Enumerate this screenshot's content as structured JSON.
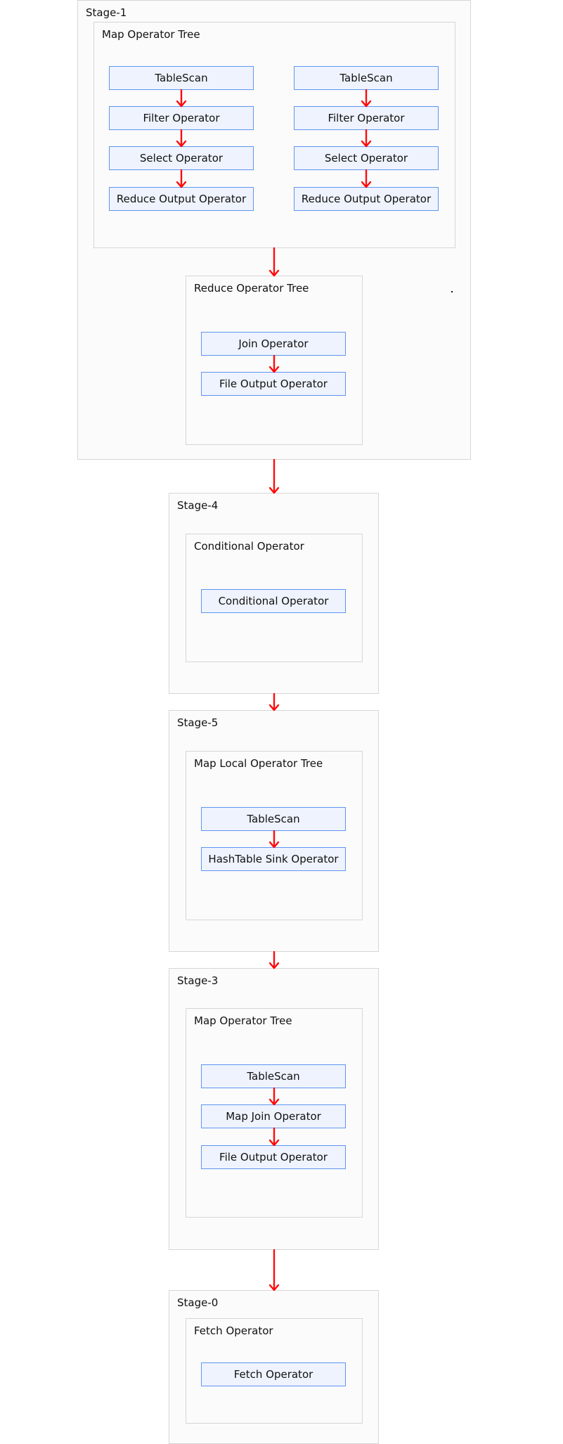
{
  "colors": {
    "arrow": "#ff0a0a",
    "op_border": "#5f95f0",
    "op_fill": "#eef3fd",
    "box_border": "#d6d6d6",
    "box_fill": "#fbfbfb"
  },
  "stage1": {
    "title": "Stage-1",
    "map_tree": {
      "title": "Map Operator Tree",
      "left_chain": [
        "TableScan",
        "Filter Operator",
        "Select Operator",
        "Reduce Output Operator"
      ],
      "right_chain": [
        "TableScan",
        "Filter Operator",
        "Select Operator",
        "Reduce Output Operator"
      ]
    },
    "reduce_tree": {
      "title": "Reduce Operator Tree",
      "chain": [
        "Join Operator",
        "File Output Operator"
      ]
    },
    "dot": "."
  },
  "stage4": {
    "title": "Stage-4",
    "group": {
      "title": "Conditional Operator",
      "chain": [
        "Conditional Operator"
      ]
    }
  },
  "stage5": {
    "title": "Stage-5",
    "group": {
      "title": "Map Local Operator Tree",
      "chain": [
        "TableScan",
        "HashTable Sink Operator"
      ]
    }
  },
  "stage3": {
    "title": "Stage-3",
    "group": {
      "title": "Map Operator Tree",
      "chain": [
        "TableScan",
        "Map Join Operator",
        "File Output Operator"
      ]
    }
  },
  "stage0": {
    "title": "Stage-0",
    "group": {
      "title": "Fetch Operator",
      "chain": [
        "Fetch Operator"
      ]
    }
  }
}
